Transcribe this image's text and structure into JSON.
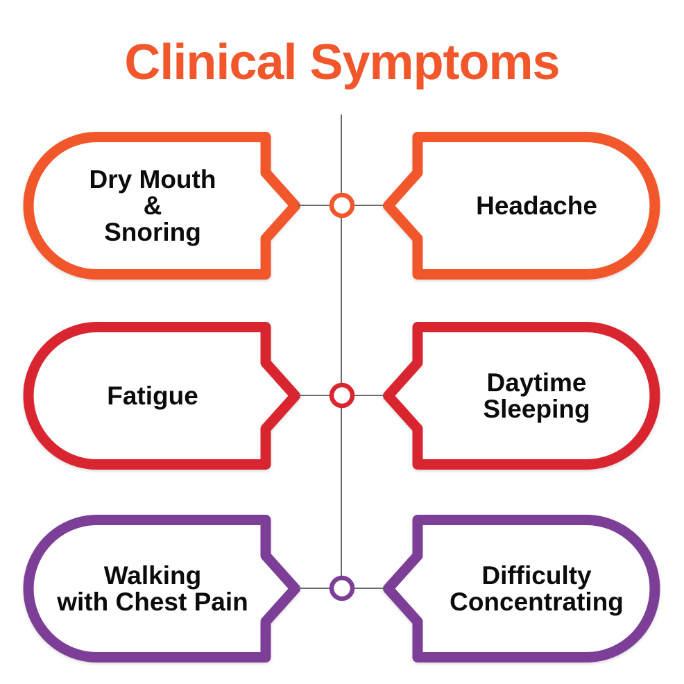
{
  "title": "Clinical Symptoms",
  "colors": {
    "orange": "#F2562B",
    "red": "#D92530",
    "purple": "#7C3E97",
    "connector_gray": "#6A6A6A",
    "text_black": "#0B0B0B",
    "background": "#FFFFFF"
  },
  "rows": [
    {
      "left": "Dry Mouth\n&\nSnoring",
      "right": "Headache",
      "color": "#F2562B"
    },
    {
      "left": "Fatigue",
      "right": "Daytime\nSleeping",
      "color": "#D92530"
    },
    {
      "left": "Walking\nwith Chest Pain",
      "right": "Difficulty\nConcentrating",
      "color": "#7C3E97"
    }
  ]
}
